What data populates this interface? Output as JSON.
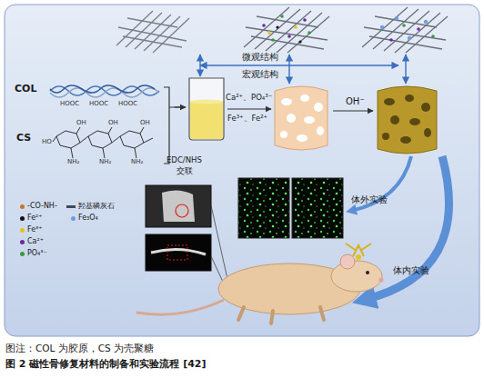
{
  "diagram": {
    "caption": "图 2 磁性骨修复材料的制备和实验流程 [42]",
    "nodes": [
      {
        "text": [
          "COL"
        ]
      },
      {
        "text": [
          "CS"
        ]
      }
    ],
    "labels": [
      "微观结构",
      "宏观结构",
      "HOOC",
      "HOOC",
      "HOOC",
      "OH",
      "OH",
      "OH",
      "HO",
      "NH₂",
      "NH₂",
      "NH₂",
      "EDC/NHS",
      "交联",
      "Ca²⁺、PO₄³⁻",
      "Fe³⁺、Fe²⁺",
      "OH⁻",
      "体外实验",
      "体内实验",
      "图注：COL 为胶原，CS 为壳聚糖"
    ],
    "legend": [
      {
        "text": "-CO-NH-",
        "color": "#c8752a"
      },
      {
        "text": "Fe²⁺",
        "color": "#111111"
      },
      {
        "text": "Fe³⁺",
        "color": "#e8c020"
      },
      {
        "text": "Ca²⁺",
        "color": "#6a2aa0"
      },
      {
        "text": "PO₄³⁻",
        "color": "#3a9a3a"
      },
      {
        "text": "羟基磷灰石"
      },
      {
        "text": "Fe₃O₄",
        "color": "#6f9fd8"
      }
    ]
  }
}
